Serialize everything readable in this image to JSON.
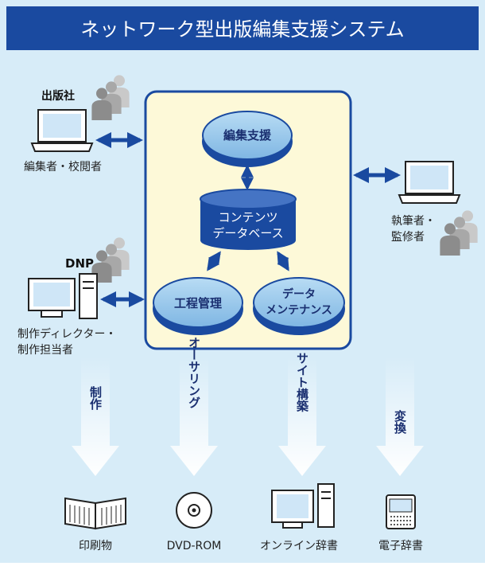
{
  "title": "ネットワーク型出版編集支援システム",
  "colors": {
    "header": "#1a4aa0",
    "background": "#d7ecf8",
    "core_box": "#fdf9d8",
    "navy": "#1a4aa0",
    "ellipse_fill": "#8fc3ea",
    "gray_person": "#8c8c8c"
  },
  "actors": {
    "publisher": {
      "org": "出版社",
      "role": "編集者・校閲者"
    },
    "dnp": {
      "org": "DNP",
      "role_line1": "制作ディレクター・",
      "role_line2": "制作担当者"
    },
    "writer": {
      "role_line1": "執筆者・",
      "role_line2": "監修者"
    }
  },
  "modules": {
    "editing": "編集支援",
    "database_line1": "コンテンツ",
    "database_line2": "データベース",
    "process": "工程管理",
    "maint_line1": "データ",
    "maint_line2": "メンテナンス"
  },
  "flows": [
    {
      "label": "制作",
      "output": "印刷物",
      "icon": "book-icon"
    },
    {
      "label": "オーサリング",
      "output": "DVD-ROM",
      "icon": "disc-icon"
    },
    {
      "label": "サイト構築",
      "output": "オンライン辞書",
      "icon": "computer-icon"
    },
    {
      "label": "変換",
      "output": "電子辞書",
      "icon": "e-dictionary-icon"
    }
  ]
}
